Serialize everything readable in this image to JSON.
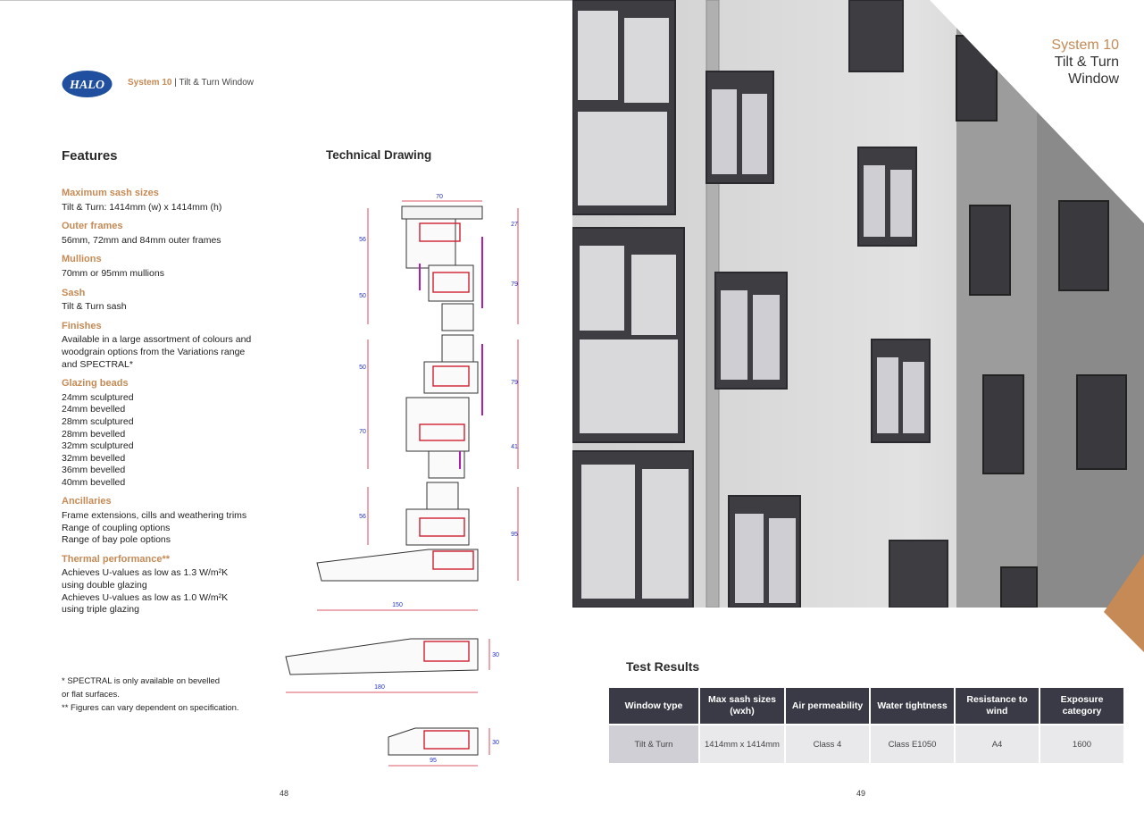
{
  "header": {
    "logo_text": "HALO",
    "crumb_accent": "System 10",
    "crumb_sep": " | ",
    "crumb_rest": "Tilt & Turn Window"
  },
  "features": {
    "title": "Features",
    "blocks": [
      {
        "heading": "Maximum sash sizes",
        "lines": [
          "Tilt & Turn: 1414mm (w) x 1414mm (h)"
        ]
      },
      {
        "heading": "Outer frames",
        "lines": [
          "56mm, 72mm and 84mm outer frames"
        ]
      },
      {
        "heading": "Mullions",
        "lines": [
          "70mm or 95mm mullions"
        ]
      },
      {
        "heading": "Sash",
        "lines": [
          "Tilt & Turn sash"
        ]
      },
      {
        "heading": "Finishes",
        "lines": [
          "Available in a large assortment of colours and",
          "woodgrain options from the Variations range",
          "and SPECTRAL*"
        ]
      },
      {
        "heading": "Glazing beads",
        "lines": [
          "24mm sculptured",
          "24mm bevelled",
          "28mm sculptured",
          "28mm bevelled",
          "32mm sculptured",
          "32mm bevelled",
          "36mm bevelled",
          "40mm bevelled"
        ]
      },
      {
        "heading": "Ancillaries",
        "lines": [
          "Frame extensions, cills and weathering trims",
          "Range of coupling options",
          "Range of bay pole options"
        ]
      },
      {
        "heading": "Thermal performance**",
        "lines": [
          "Achieves U-values as low as 1.3 W/m²K",
          "using double glazing",
          "Achieves U-values as low as 1.0 W/m²K",
          "using triple glazing"
        ]
      }
    ],
    "footnotes": [
      "* SPECTRAL is only available on bevelled",
      "or flat surfaces.",
      "** Figures can vary dependent on specification."
    ]
  },
  "technical": {
    "title": "Technical Drawing",
    "dimensions": {
      "top_width": "70",
      "left_a": "56",
      "left_b": "50",
      "right_a": "27",
      "right_b": "79",
      "mid_left_a": "50",
      "mid_left_b": "70",
      "mid_right_a": "79",
      "mid_right_b": "41",
      "low_left": "56",
      "low_right": "95",
      "low_width": "150",
      "cill_width": "180",
      "cill_height": "30",
      "small_width": "95",
      "small_height": "30"
    }
  },
  "page_numbers": {
    "left": "48",
    "right": "49"
  },
  "right": {
    "system_accent": "System 10",
    "system_line2": "Tilt & Turn",
    "system_line3": "Window"
  },
  "test_results": {
    "title": "Test Results",
    "headers": [
      "Window type",
      "Max sash sizes (wxh)",
      "Air permeability",
      "Water tightness",
      "Resistance to wind",
      "Exposure category"
    ],
    "row": [
      "Tilt & Turn",
      "1414mm x 1414mm",
      "Class 4",
      "Class E1050",
      "A4",
      "1600"
    ]
  },
  "colors": {
    "accent": "#c58a55",
    "table_header": "#3a3a46",
    "logo_blue": "#1f4f9e"
  }
}
